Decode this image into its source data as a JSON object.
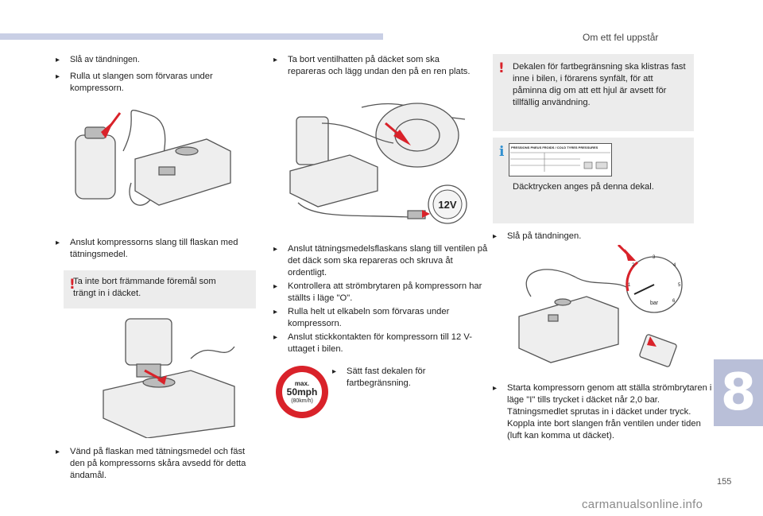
{
  "header": {
    "section_title": "Om ett fel uppstår",
    "chapter_number": "8",
    "page_number": "155"
  },
  "column1": {
    "step_ignition_off": "Slå av tändningen.",
    "step_unroll_hose": "Rulla ut slangen som förvaras under kompressorn.",
    "step_connect_hose": "Anslut kompressorns slang till flaskan med tätningsmedel.",
    "warning_foreign_objects": "Ta inte bort främmande föremål som trängt in i däcket.",
    "step_turn_bottle": "Vänd på flaskan med tätningsmedel och fäst den på kompressorns skåra avsedd för detta ändamål."
  },
  "column2": {
    "step_remove_cap": "Ta bort ventilhatten på däcket som ska repareras och lägg undan den på en ren plats.",
    "steps": [
      "Anslut tätningsmedelsflaskans slang till ventilen på det däck som ska repareras och skruva åt ordentligt.",
      "Kontrollera att strömbrytaren på kompressorn har ställts i läge \"O\".",
      "Rulla helt ut elkabeln som förvaras under kompressorn.",
      "Anslut stickkontakten för kompressorn till 12 V-uttaget i bilen."
    ],
    "step_attach_sticker": "Sätt fast dekalen för fartbegränsning.",
    "socket_label": "12V",
    "speed_sign": {
      "max": "max.",
      "mph": "50mph",
      "kmh": "(80km/h)"
    }
  },
  "column3": {
    "warning_sticker": "Dekalen för fartbegränsning ska klistras fast inne i bilen, i förarens synfält, för att påminna dig om att ett hjul är avsett för tillfällig användning.",
    "info_caption": "Däcktrycken anges på denna dekal.",
    "label_header": "PRESSIONS PNEUS FROIDS / COLD TYRES PRESSURES",
    "step_ignition_on": "Slå på tändningen.",
    "step_start_compressor": "Starta kompressorn genom att ställa strömbrytaren i läge \"I\" tills trycket i däcket når 2,0 bar. Tätningsmedlet sprutas in i däcket under tryck. Koppla inte bort slangen från ventilen under tiden (luft kan komma ut däcket).",
    "gauge": {
      "unit": "bar",
      "ticks": [
        "1",
        "2",
        "3",
        "4",
        "5",
        "6"
      ]
    }
  },
  "icons": {
    "bullet": "triangle-bullet",
    "warning": "exclamation-icon",
    "info": "info-icon"
  },
  "colors": {
    "accent_red": "#d9222a",
    "info_blue": "#2f8fd0",
    "header_bar": "#c9cfe5",
    "chapter_tab": "#b9bfd8",
    "box_bg": "#ececec"
  }
}
